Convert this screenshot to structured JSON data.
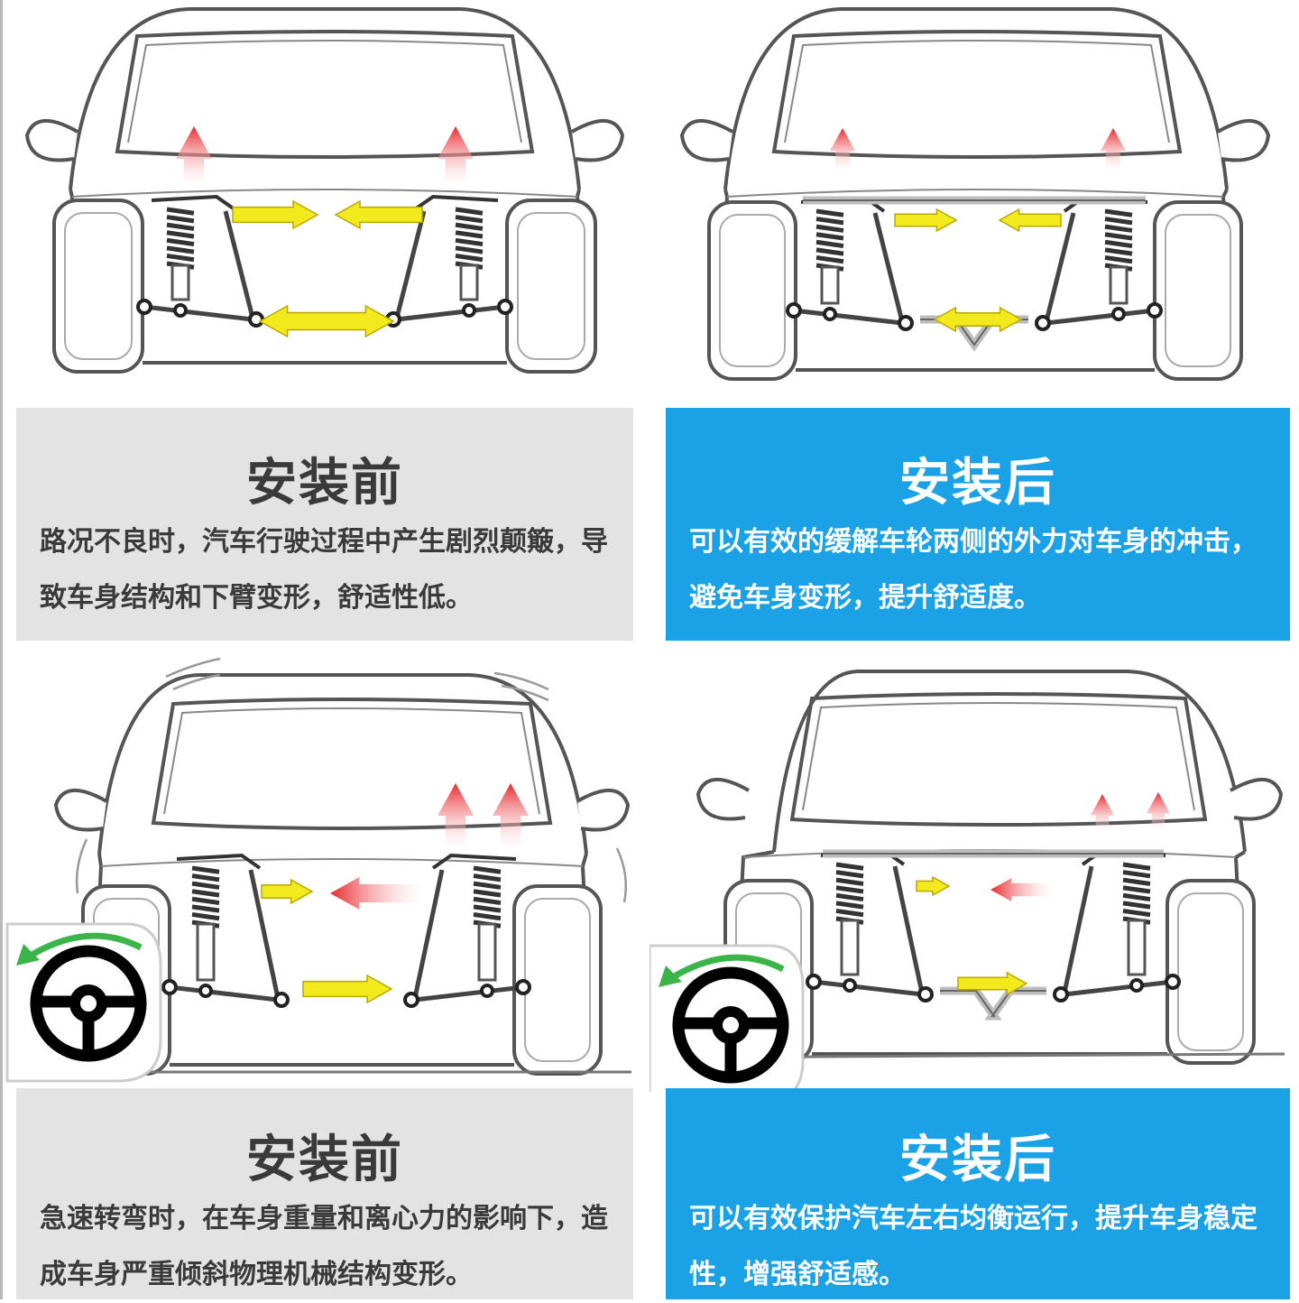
{
  "panels": [
    {
      "title": "安装前",
      "text": "路况不良时，汽车行驶过程中产生剧烈颠簸，导致车身结构和下臂变形，舒适性低。",
      "style": "before",
      "scene": "straight-without-bar"
    },
    {
      "title": "安装后",
      "text": "可以有效的缓解车轮两侧的外力对车身的冲击，避免车身变形，提升舒适度。",
      "style": "after",
      "scene": "straight-with-bar"
    },
    {
      "title": "安装前",
      "text": "急速转弯时，在车身重量和离心力的影响下，造成车身严重倾斜物理机械结构变形。",
      "style": "before",
      "scene": "turning-without-bar"
    },
    {
      "title": "安装后",
      "text": "可以有效保护汽车左右均衡运行，提升车身稳定性，增强舒适感。",
      "style": "after",
      "scene": "turning-with-bar"
    }
  ],
  "colors": {
    "before_bg": "#e3e3e3",
    "after_bg": "#1aa1e6",
    "arrow_yellow": "#f2ea1c",
    "arrow_red": "#e8262b",
    "line": "#555555"
  },
  "icons": {
    "steering_wheel": "steering-wheel-icon",
    "turn_arrow": "turn-arrow-icon"
  }
}
